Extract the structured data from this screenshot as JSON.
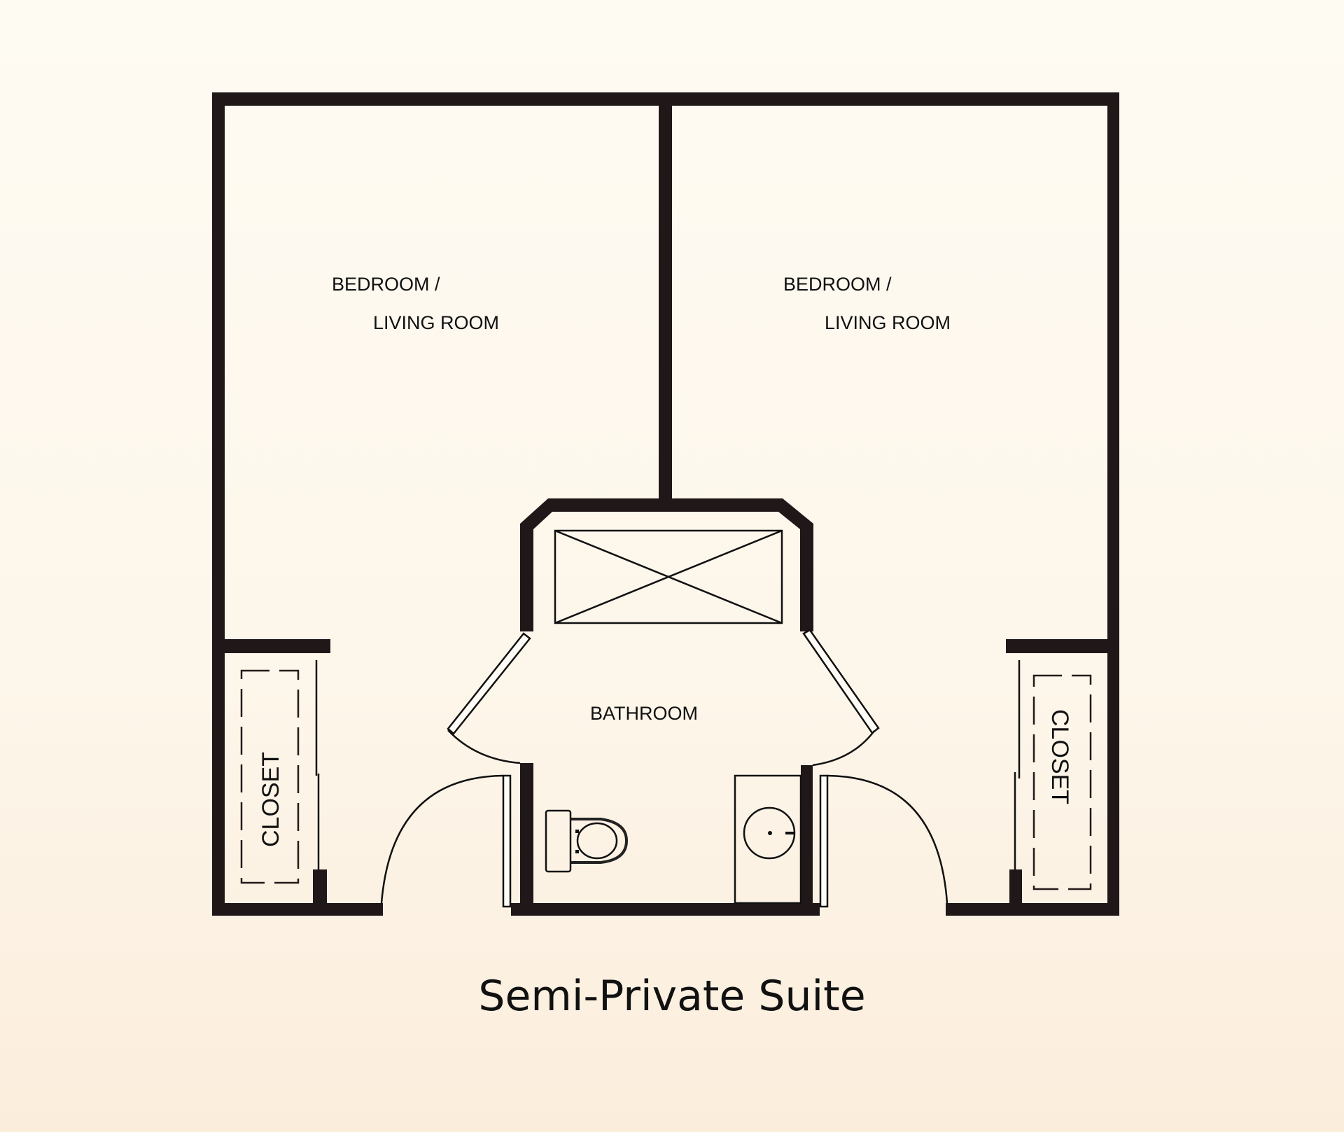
{
  "title": "Semi-Private Suite",
  "rooms": {
    "left_bedroom": {
      "line1": "BEDROOM /",
      "line2": "LIVING ROOM"
    },
    "right_bedroom": {
      "line1": "BEDROOM /",
      "line2": "LIVING ROOM"
    },
    "bathroom": "BATHROOM",
    "left_closet": "CLOSET",
    "right_closet": "CLOSET"
  },
  "colors": {
    "wall": "#1f1718",
    "background": "#fdf8ee"
  }
}
